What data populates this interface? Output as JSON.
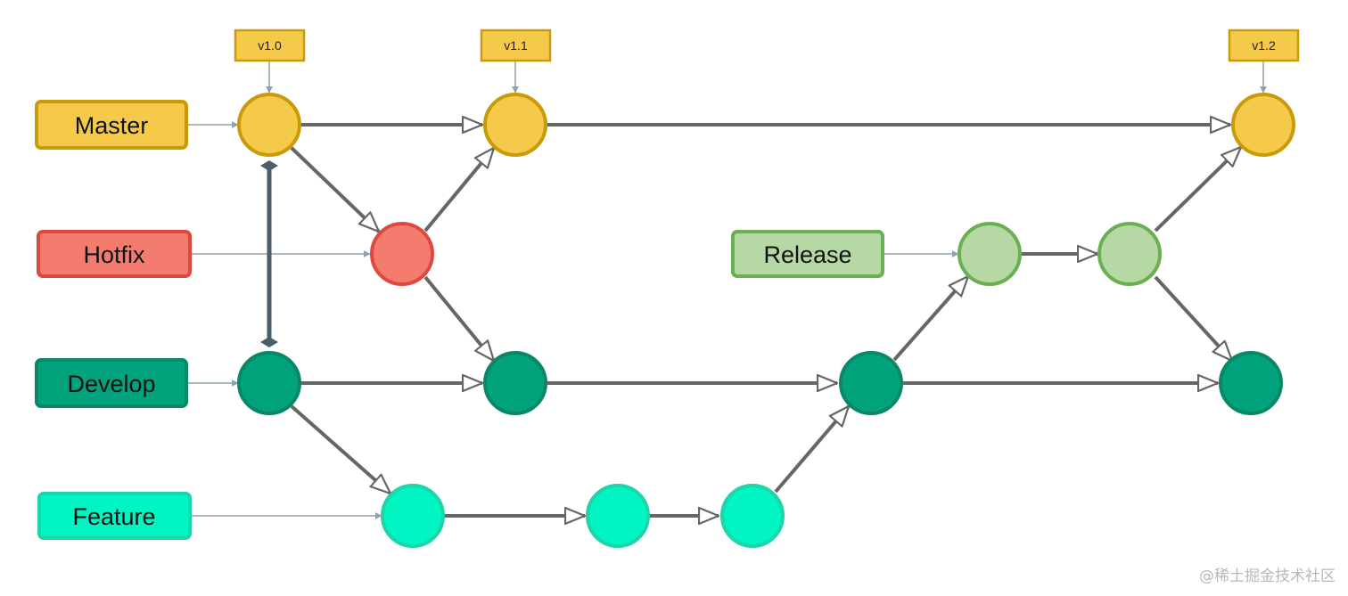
{
  "colors": {
    "master_fill": "#F5C94A",
    "master_stroke": "#C99A0A",
    "hotfix_fill": "#F47C6E",
    "hotfix_stroke": "#DC4A3F",
    "develop_fill": "#00A37C",
    "develop_stroke": "#0A8766",
    "feature_fill": "#00F5C2",
    "feature_stroke": "#1ED4A8",
    "release_fill": "#B6D8A4",
    "release_stroke": "#6AAF52",
    "edge": "#666666",
    "pointer": "#8FA3AD",
    "link": "#4A5F6B"
  },
  "branches": {
    "master": "Master",
    "hotfix": "Hotfix",
    "develop": "Develop",
    "feature": "Feature",
    "release": "Release"
  },
  "tags": [
    "v1.0",
    "v1.1",
    "v1.2"
  ],
  "watermark": "@稀土掘金技术社区"
}
